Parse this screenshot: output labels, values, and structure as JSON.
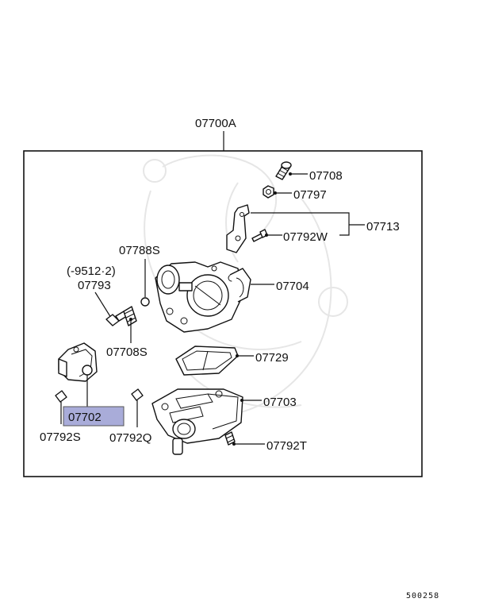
{
  "diagram": {
    "assembly_label": "07700A",
    "footer_code": "500258",
    "highlight_color": "#a9acd9",
    "labels": {
      "p07708": "07708",
      "p07797": "07797",
      "p07713": "07713",
      "p07792W": "07792W",
      "p07788S": "07788S",
      "note_date": "(-9512·2)",
      "p07793": "07793",
      "p07704": "07704",
      "p07708S": "07708S",
      "p07729": "07729",
      "p07703": "07703",
      "p07702": "07702",
      "p07792S": "07792S",
      "p07792Q": "07792Q",
      "p07792T": "07792T"
    }
  }
}
